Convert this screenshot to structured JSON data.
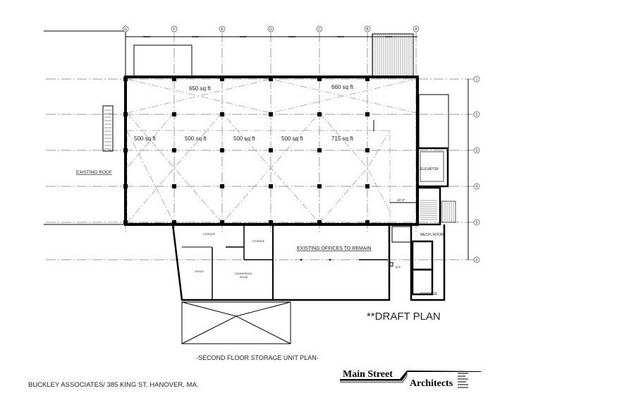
{
  "grid": {
    "columns": [
      "G",
      "F",
      "E",
      "D",
      "C",
      "B",
      "A"
    ],
    "rows": [
      "1",
      "2",
      "3",
      "4",
      "5",
      "6"
    ]
  },
  "rooms": {
    "area_top_left": "650 sq ft",
    "area_top_right": "660 sq ft",
    "area_mid": [
      "500 sq ft",
      "500 sq ft",
      "500 sq ft",
      "500 sq ft",
      "715 sq ft"
    ],
    "existing_roof": "EXISTING ROOF",
    "elevator": "ELEVATOR",
    "dimension": "10'-0\"",
    "existing_offices": "EXISTING OFFICES TO REMAIN",
    "storage_1": "STORAGE",
    "storage_2": "STORAGE",
    "storage_3": "STORAGE",
    "office": "OFFICE",
    "conference_1": "CONFERENCE",
    "conference_2": "ROOM",
    "mech_room": "MECH. ROOM",
    "df": "D.F."
  },
  "draft_label": "**DRAFT PLAN",
  "drawing_title": "-SECOND FLOOR STORAGE UNIT PLAN-",
  "client": "BUCKLEY ASSOCIATES/ 385 KING ST. HANOVER, MA.",
  "logo": {
    "line1": "Main Street",
    "line2": "Architects"
  }
}
